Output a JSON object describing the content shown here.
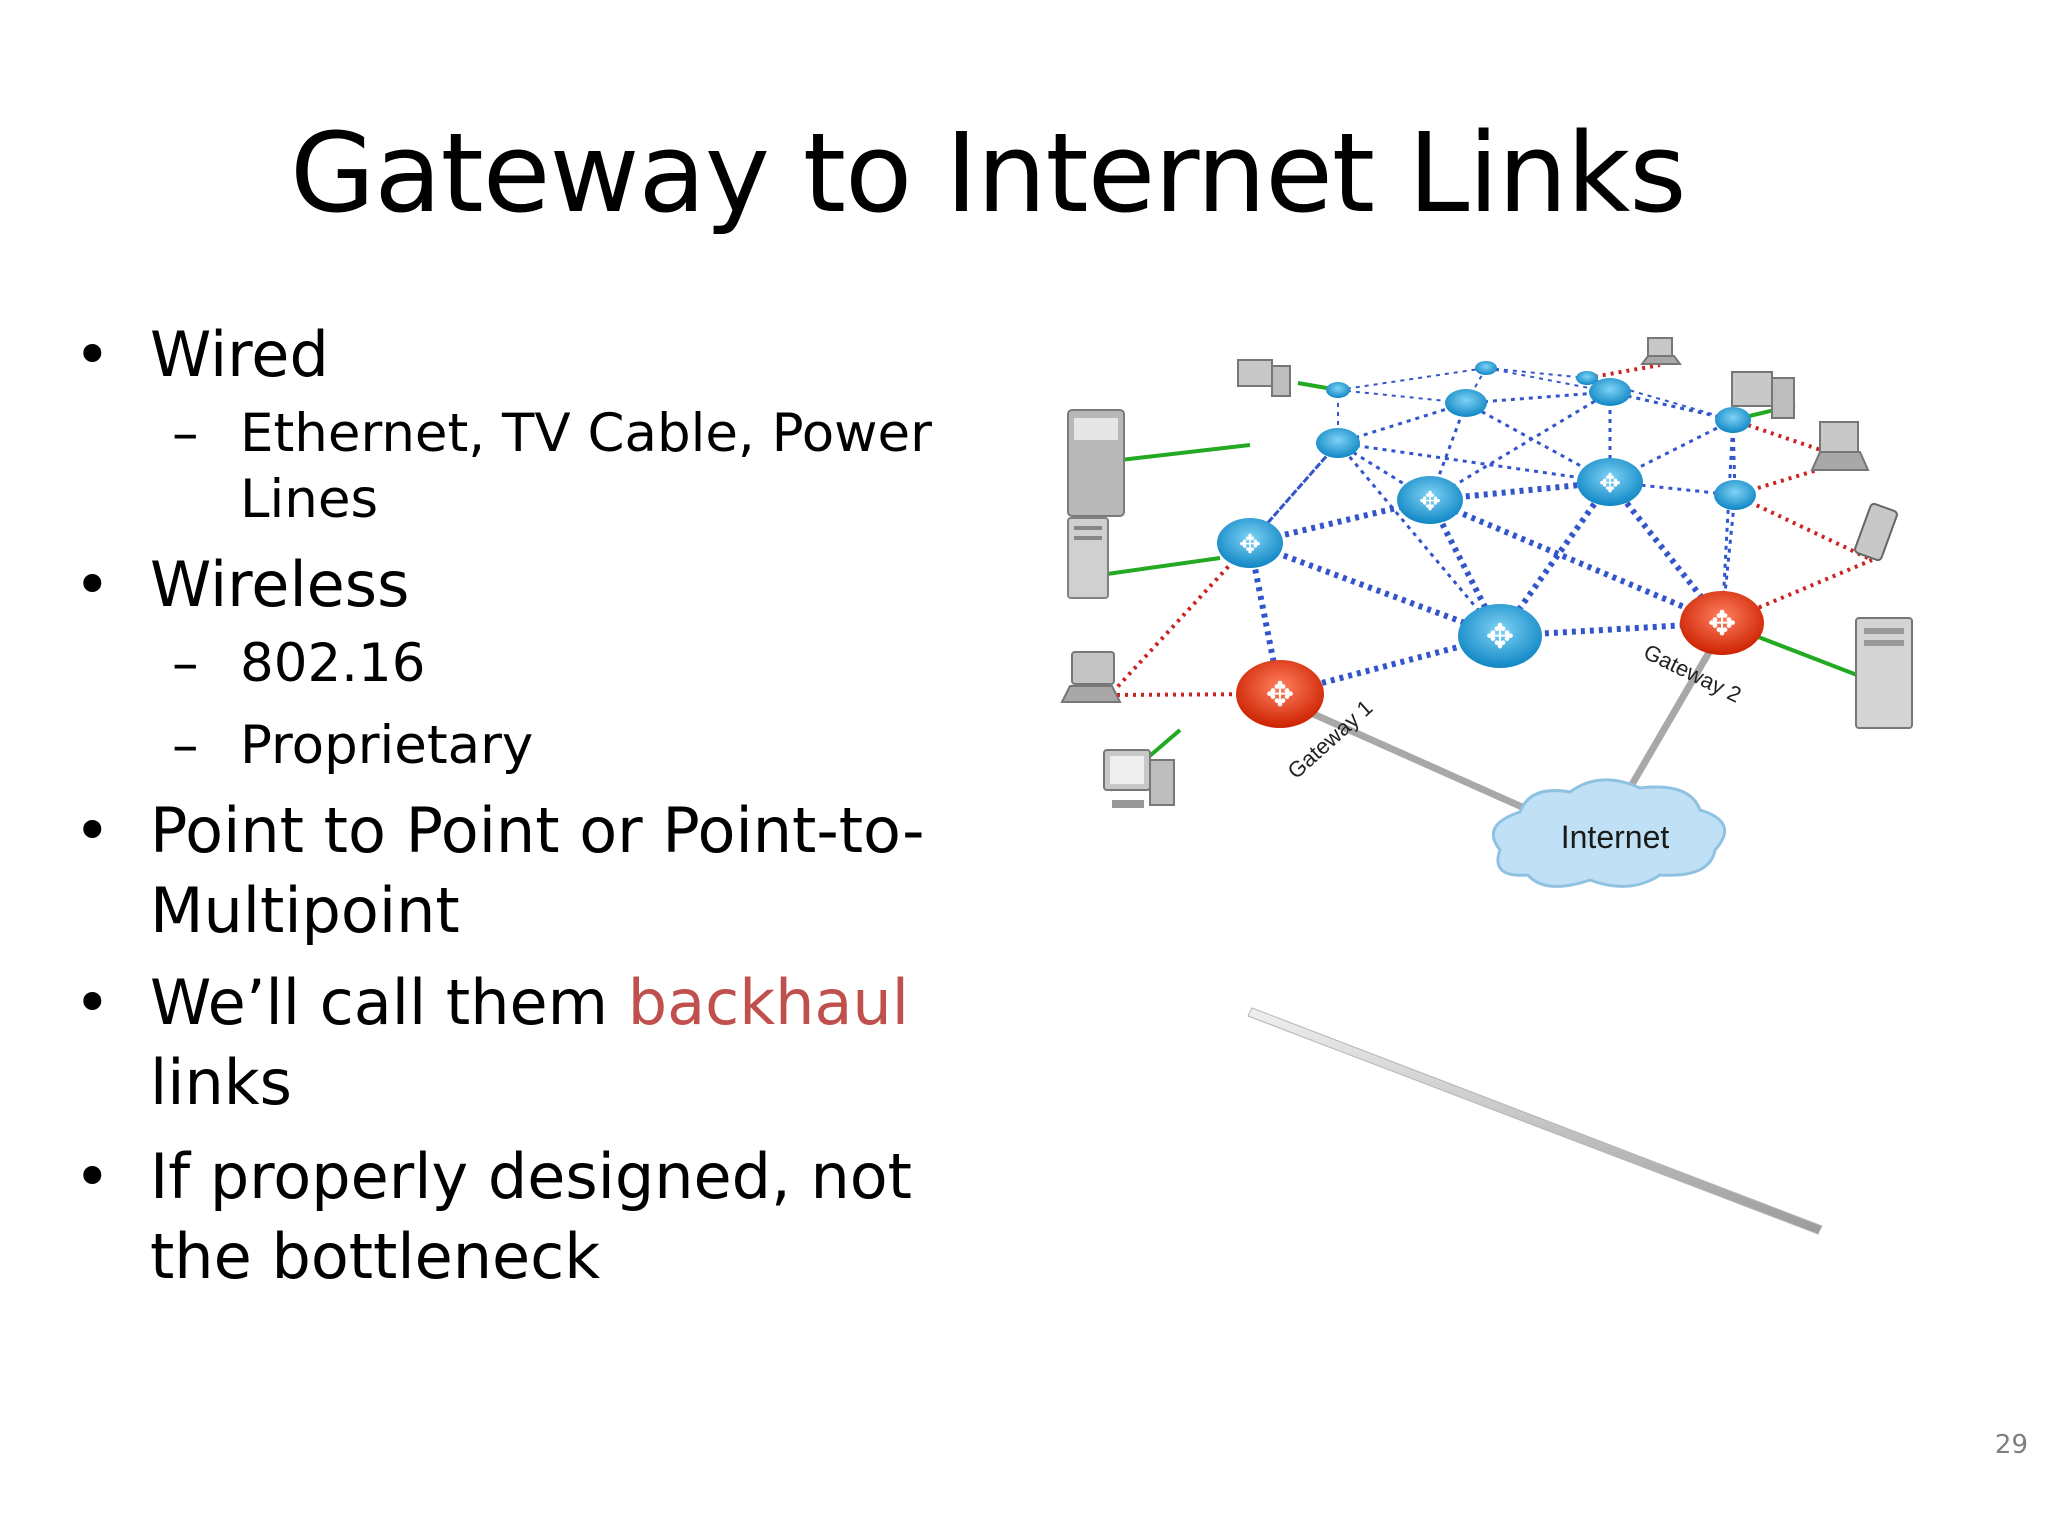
{
  "slide": {
    "title": "Gateway to Internet Links",
    "page_number": "29",
    "accent_color": "#c0504d"
  },
  "bullets": [
    {
      "text": "Wired",
      "sub": [
        "Ethernet, TV Cable, Power Lines"
      ]
    },
    {
      "text": "Wireless",
      "sub": [
        "802.16",
        "Proprietary"
      ]
    },
    {
      "text": "Point to Point or Point-to-Multipoint",
      "sub": []
    },
    {
      "text_before": "We’ll call them ",
      "highlight": "backhaul",
      "text_after": " links",
      "sub": []
    },
    {
      "text": "If properly designed, not the bottleneck",
      "sub": []
    }
  ],
  "diagram": {
    "gateway_1_label": "Gateway 1",
    "gateway_2_label": "Gateway 2",
    "internet_label": "Internet",
    "colors": {
      "mesh_router": "#1e9fd8",
      "gateway_router": "#e8391c",
      "mesh_link": "#3355cc",
      "client_wireless_link": "#cc2222",
      "wired_link": "#22aa22",
      "internet_link": "#a8a8a8",
      "cloud": "#bfe0f5"
    }
  }
}
